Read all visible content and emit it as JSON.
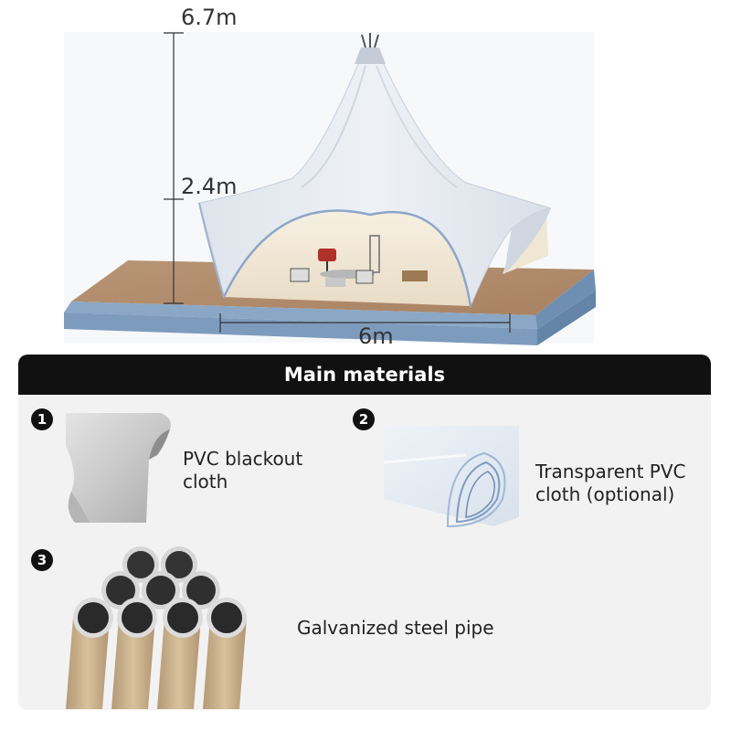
{
  "dimensions": {
    "height_top": "6.7m",
    "height_side": "2.4m",
    "width": "6m"
  },
  "section_title": "Main materials",
  "materials": [
    {
      "number": "1",
      "label_line1": "PVC blackout",
      "label_line2": "cloth"
    },
    {
      "number": "2",
      "label_line1": "Transparent PVC",
      "label_line2": "cloth (optional)"
    },
    {
      "number": "3",
      "label_line1": "Galvanized steel pipe",
      "label_line2": ""
    }
  ],
  "colors": {
    "header_bg": "#111111",
    "panel_bg": "#f2f2f2",
    "deck_wood": "#b08c6c",
    "deck_edge": "#7d9bbd",
    "tent_fabric": "#e9edf3",
    "pipe_body": "#c9b08a"
  }
}
